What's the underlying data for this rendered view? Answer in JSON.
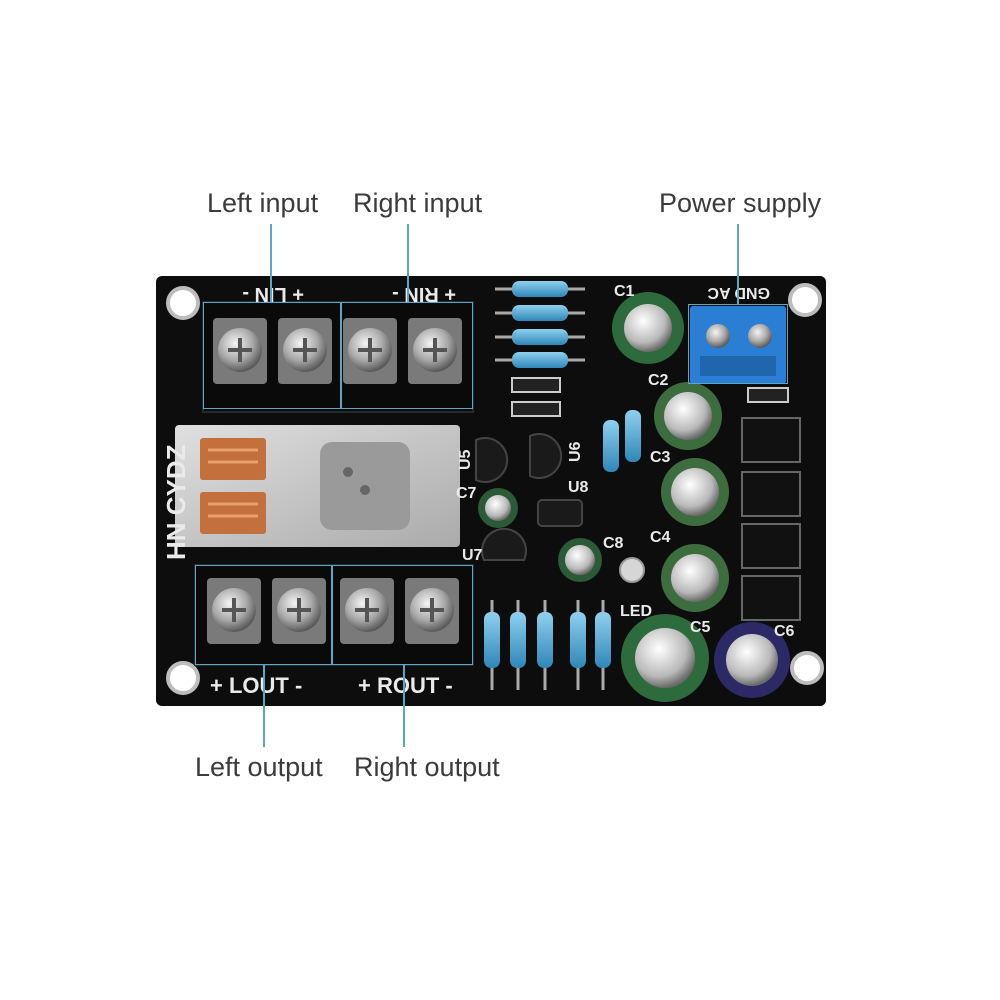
{
  "callouts": {
    "left_input": "Left input",
    "right_input": "Right input",
    "power_supply": "Power supply",
    "left_output": "Left output",
    "right_output": "Right output"
  },
  "silkscreen": {
    "lin": "+ LIN -",
    "rin": "+ RIN -",
    "lout": "+ LOUT -",
    "rout": "+ ROUT -",
    "gnd_ac": "GND AC",
    "board_name": "HN CYDZ",
    "c1": "C1",
    "c2": "C2",
    "c3": "C3",
    "c4": "C4",
    "c5": "C5",
    "c6": "C6",
    "c7": "C7",
    "c8": "C8",
    "u5": "U5",
    "u6": "U6",
    "u7": "U7",
    "u8": "U8",
    "led": "LED"
  },
  "colors": {
    "pcb": "#0d0d0d",
    "accent": "#5aa6c8",
    "terminal_block": "#0a0a0a",
    "relay": "#d9d9d9",
    "power_terminal": "#2a7fd4"
  }
}
